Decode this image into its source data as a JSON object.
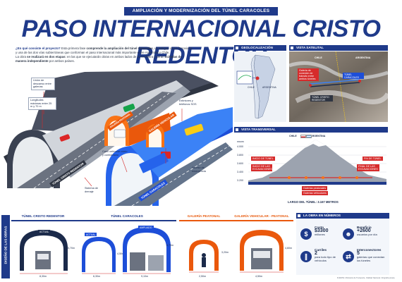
{
  "header": {
    "banner": "AMPLIACIÓN Y MODERNIZACIÓN DEL TÚNEL CARACOLES",
    "title": "PASO INTERNACIONAL CRISTO REDENTOR"
  },
  "intro": {
    "question": "¿En qué consiste el proyecto?",
    "line1_a": " Esta primera fase ",
    "line1_b": "comprende la ampliación del túnel Caracoles",
    "line1_c": ", un antiguo cruce ferroviario,",
    "line2": "y una de las dos vías subterráneas que conforman el paso internacional más importante entre Argentina y Chile.",
    "line3_a": "La obra ",
    "line3_b": "se realizará en dos etapas",
    "line3_c": ": en las que se ejecutarán obras en ambos lados de la cordillera y serán ",
    "line3_d": "licitadas de",
    "line4_a": "manera independiente",
    "line4_b": " por ambos países."
  },
  "tunnel_diagram": {
    "labels": {
      "niches": "Unión de descanso entre galerías",
      "lengths": "Longitudes máximas entre 25 m y 70 m",
      "booths": "Extintores y teléfonos SOS",
      "vehicle_passage": "Carril vehicular mixto y contramano",
      "refuge": "Acceso de emergencia",
      "drainage": "Sistema de drenaje"
    },
    "tags": {
      "cristo_redentor": "TÚNEL CRISTO REDENTOR",
      "caracoles": "TÚNEL CARACOLES",
      "gallery_vehicular": "GALERÍA VEHICULAR",
      "gallery_pedestrian": "GALERÍA PEATONAL"
    }
  },
  "geo": {
    "title": "GEOLOCALIZACIÓN",
    "country_argentina": "ARGENTINA",
    "country_chile": "CHILE"
  },
  "satellite": {
    "title": "VISTA SATELITAL",
    "chile": "CHILE",
    "argentina": "ARGENTINA",
    "tunnel1": "TÚNEL CARACOLES",
    "tunnel2": "TÚNEL CRISTO REDENTOR",
    "note": "Galería de conexión de tránsito entre ambos túneles"
  },
  "cross_section": {
    "title": "VISTA TRANSVERSAL",
    "chile": "CHILE",
    "argentina": "ARGENTINA",
    "elevations": [
      "4.000",
      "3.800",
      "3.600",
      "3.400",
      "3.200"
    ],
    "elevation_unit": "msnm",
    "tunnel_start": "INICIO DE TÚNEL",
    "tunnel_end": "FIN DE TÚNEL",
    "excavation_start": "INICIO DE LAS EXCAVACIONES",
    "excavation_end": "FINAL DE LAS EXCAVACIONES",
    "work_note1": "Galerías peatonales",
    "work_note2": "Galerías vehiculares",
    "length": "LARGO DEL TÚNEL: 3.167 METROS"
  },
  "sections": {
    "side_label": "DISEÑO DE LAS OBRAS",
    "cristo": "TÚNEL CRISTO REDENTOR",
    "caracoles": "TÚNEL CARACOLES",
    "peatonal": "GALERÍA PEATONAL",
    "vehicular": "GALERÍA VEHICULAR - PEATONAL",
    "actual": "ACTUAL",
    "ampliado": "AMPLIADO",
    "dims": {
      "cristo_w": "8,30m",
      "cristo_h": "5,70m",
      "car_actual_w": "6,30m",
      "car_actual_h": "4,50m",
      "car_amp_w": "9,10m",
      "car_amp_h": "5,70m",
      "peat_w": "2,50m",
      "peat_h": "3,20m",
      "veh_w": "4,50m",
      "veh_h": "4,60m"
    }
  },
  "numbers": {
    "title": "LA OBRA EN NÚMEROS",
    "cost_label": "Costo",
    "cost_value": "$3300",
    "cost_unit": "millones",
    "benefit_label": "Beneficio",
    "benefit_value": "+2600",
    "benefit_unit": "usuarios por día",
    "lanes_label": "Carriles",
    "lanes_value": "2",
    "lanes_unit": "para todo tipo de vehículos",
    "connectors_label": "Interconectores",
    "connectors_value": "5",
    "connectors_unit": "galerías que conectan los túneles"
  },
  "footer": "FUENTE: Ministerio de Transporte, Vialidad Nacional. Infografía propia."
}
